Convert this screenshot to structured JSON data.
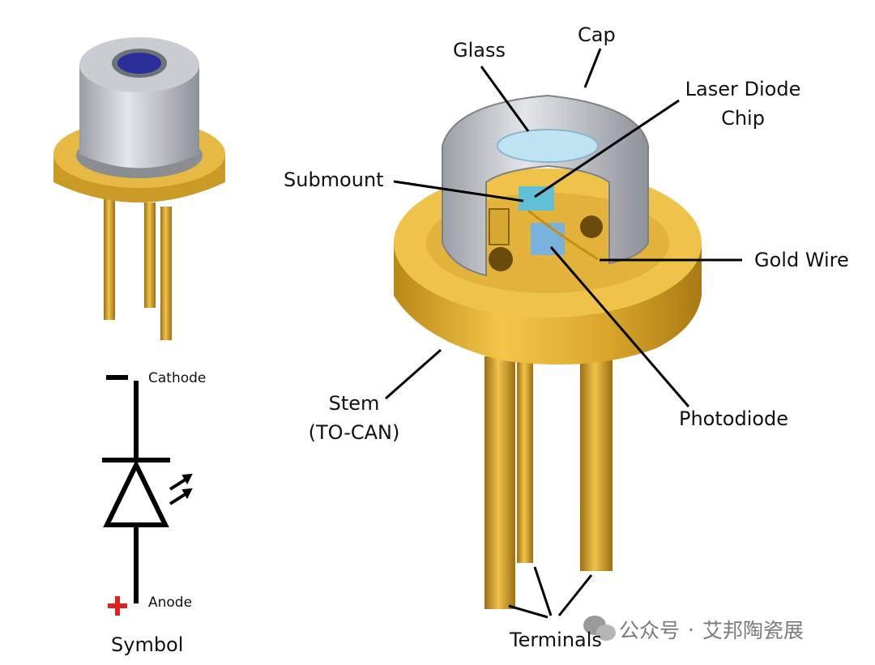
{
  "labels": {
    "glass": "Glass",
    "cap": "Cap",
    "laser_diode_chip_line1": "Laser Diode",
    "laser_diode_chip_line2": "Chip",
    "submount": "Submount",
    "gold_wire": "Gold Wire",
    "stem_line1": "Stem",
    "stem_line2": "(TO-CAN)",
    "photodiode": "Photodiode",
    "terminals": "Terminals"
  },
  "symbol": {
    "cathode": "Cathode",
    "anode": "Anode",
    "title": "Symbol",
    "minus": "−",
    "plus": "+"
  },
  "watermark": {
    "account": "公众号",
    "separator": "·",
    "name": "艾邦陶瓷展"
  },
  "colors": {
    "gold": "#d9a52a",
    "gold_dark": "#a87a14",
    "cap_grey": "#b8bcc2",
    "glass_blue": "#9fd2ea",
    "anode_red": "#e02222"
  }
}
